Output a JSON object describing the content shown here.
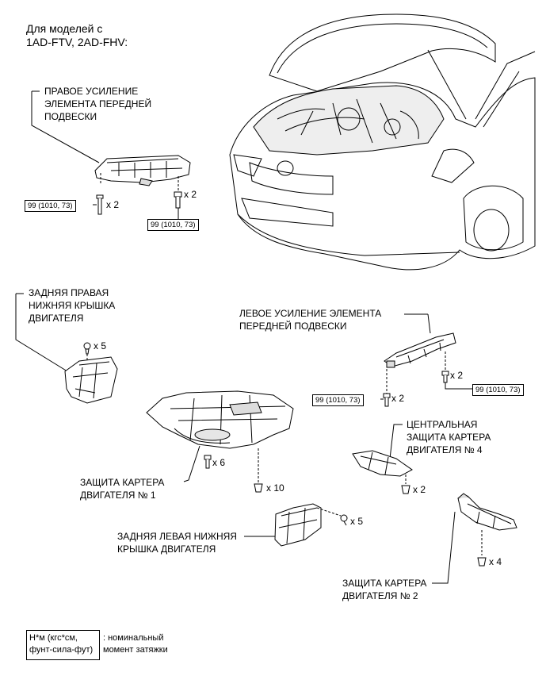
{
  "header": {
    "line1": "Для моделей с",
    "line2": "1AD-FTV, 2AD-FHV:"
  },
  "parts": {
    "right_reinforcement": [
      "ПРАВОЕ УСИЛЕНИЕ",
      "ЭЛЕМЕНТА ПЕРЕДНЕЙ",
      "ПОДВЕСКИ"
    ],
    "rear_right_cover": [
      "ЗАДНЯЯ ПРАВАЯ",
      "НИЖНЯЯ КРЫШКА",
      "ДВИГАТЕЛЯ"
    ],
    "left_reinforcement": [
      "ЛЕВОЕ УСИЛЕНИЕ ЭЛЕМЕНТА",
      "ПЕРЕДНЕЙ ПОДВЕСКИ"
    ],
    "central_guard_4": [
      "ЦЕНТРАЛЬНАЯ",
      "ЗАЩИТА КАРТЕРА",
      "ДВИГАТЕЛЯ № 4"
    ],
    "guard_1": [
      "ЗАЩИТА КАРТЕРА",
      "ДВИГАТЕЛЯ № 1"
    ],
    "rear_left_cover": [
      "ЗАДНЯЯ ЛЕВАЯ НИЖНЯЯ",
      "КРЫШКА ДВИГАТЕЛЯ"
    ],
    "guard_2": [
      "ЗАЩИТА КАРТЕРА",
      "ДВИГАТЕЛЯ № 2"
    ]
  },
  "torque": {
    "right_a": "99 (1010, 73)",
    "right_b": "99 (1010, 73)",
    "left_a": "99 (1010, 73)",
    "left_b": "99 (1010, 73)"
  },
  "quantities": {
    "right_a": "x 2",
    "right_b": "x 2",
    "rear_right": "x 5",
    "left_a": "x 2",
    "left_b": "x 2",
    "guard1_bolts": "x 6",
    "guard1_clips": "x 10",
    "guard4": "x 2",
    "rear_left": "x 5",
    "guard2": "x 4"
  },
  "legend": {
    "box_line1": "Н*м (кгс*см,",
    "box_line2": "фунт-сила-фут)",
    "text_line1": ": номинальный",
    "text_line2": "момент затяжки"
  },
  "colors": {
    "line": "#000000",
    "part_fill": "#ffffff",
    "shade": "#d9d9d9"
  }
}
